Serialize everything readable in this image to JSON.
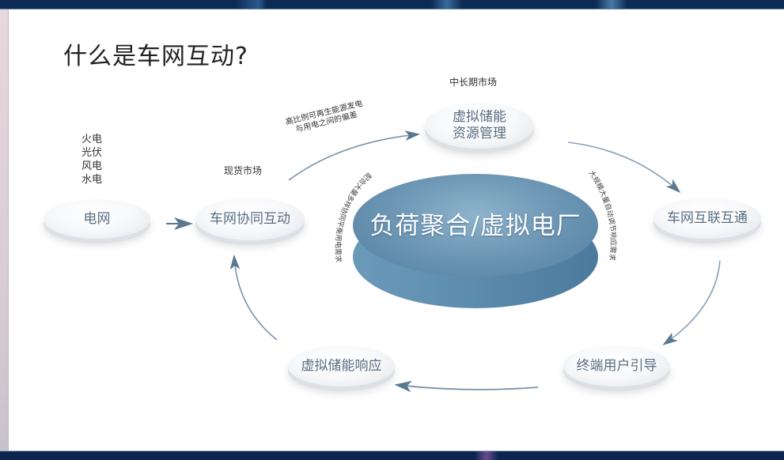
{
  "slide": {
    "title": "什么是车网互动?",
    "center": "负荷聚合/虚拟电厂",
    "nodes": {
      "grid": "电网",
      "v2g_coop": "车网协同互动",
      "vess_mgmt_line1": "虚拟储能",
      "vess_mgmt_line2": "资源管理",
      "v2g_interconnect": "车网互联互通",
      "end_user": "终端用户引导",
      "vess_response": "虚拟储能响应"
    },
    "annotations": {
      "energy_sources": [
        "火电",
        "光伏",
        "风电",
        "水电"
      ],
      "spot_market": "现货市场",
      "mid_long_market": "中长期市场",
      "arrow_caption_line1": "高比例可再生能源发电",
      "arrow_caption_line2": "与用电之间的偏差"
    },
    "arc_labels": {
      "left": "配合大量多样协同平衡用电需求",
      "right": "大规模大量自动调节响应需求"
    },
    "colors": {
      "accent": "#5f8fb0",
      "arrow": "#6a8299",
      "frame": "#0d2a55"
    }
  }
}
